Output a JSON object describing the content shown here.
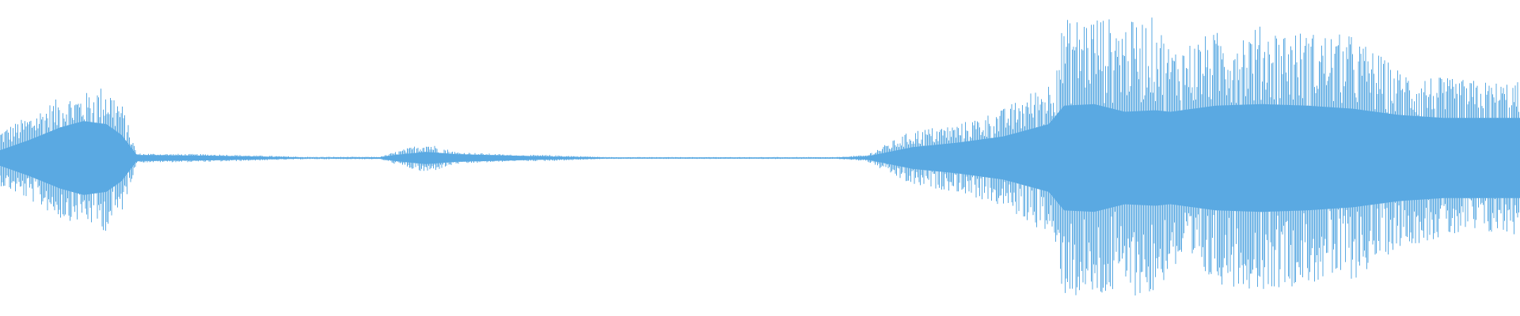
{
  "waveform": {
    "color": "#5aa9e2",
    "background": "#ffffff",
    "amplitude_envelope": [
      [
        0.0,
        0.18,
        0.05
      ],
      [
        0.02,
        0.28,
        0.12
      ],
      [
        0.04,
        0.4,
        0.2
      ],
      [
        0.055,
        0.42,
        0.24
      ],
      [
        0.07,
        0.48,
        0.22
      ],
      [
        0.08,
        0.36,
        0.15
      ],
      [
        0.09,
        0.03,
        0.02
      ],
      [
        0.14,
        0.025,
        0.015
      ],
      [
        0.2,
        0.008,
        0.004
      ],
      [
        0.25,
        0.008,
        0.005
      ],
      [
        0.26,
        0.04,
        0.02
      ],
      [
        0.28,
        0.1,
        0.04
      ],
      [
        0.3,
        0.04,
        0.025
      ],
      [
        0.34,
        0.02,
        0.015
      ],
      [
        0.36,
        0.02,
        0.01
      ],
      [
        0.4,
        0.006,
        0.004
      ],
      [
        0.55,
        0.006,
        0.004
      ],
      [
        0.57,
        0.02,
        0.01
      ],
      [
        0.6,
        0.18,
        0.07
      ],
      [
        0.63,
        0.22,
        0.1
      ],
      [
        0.66,
        0.32,
        0.14
      ],
      [
        0.69,
        0.5,
        0.22
      ],
      [
        0.7,
        0.9,
        0.34
      ],
      [
        0.72,
        0.94,
        0.35
      ],
      [
        0.74,
        0.88,
        0.3
      ],
      [
        0.76,
        0.92,
        0.31
      ],
      [
        0.77,
        0.72,
        0.3
      ],
      [
        0.8,
        0.82,
        0.34
      ],
      [
        0.83,
        0.86,
        0.35
      ],
      [
        0.86,
        0.82,
        0.34
      ],
      [
        0.89,
        0.8,
        0.32
      ],
      [
        0.92,
        0.58,
        0.28
      ],
      [
        0.95,
        0.52,
        0.26
      ],
      [
        0.98,
        0.5,
        0.26
      ],
      [
        1.0,
        0.5,
        0.26
      ]
    ]
  }
}
